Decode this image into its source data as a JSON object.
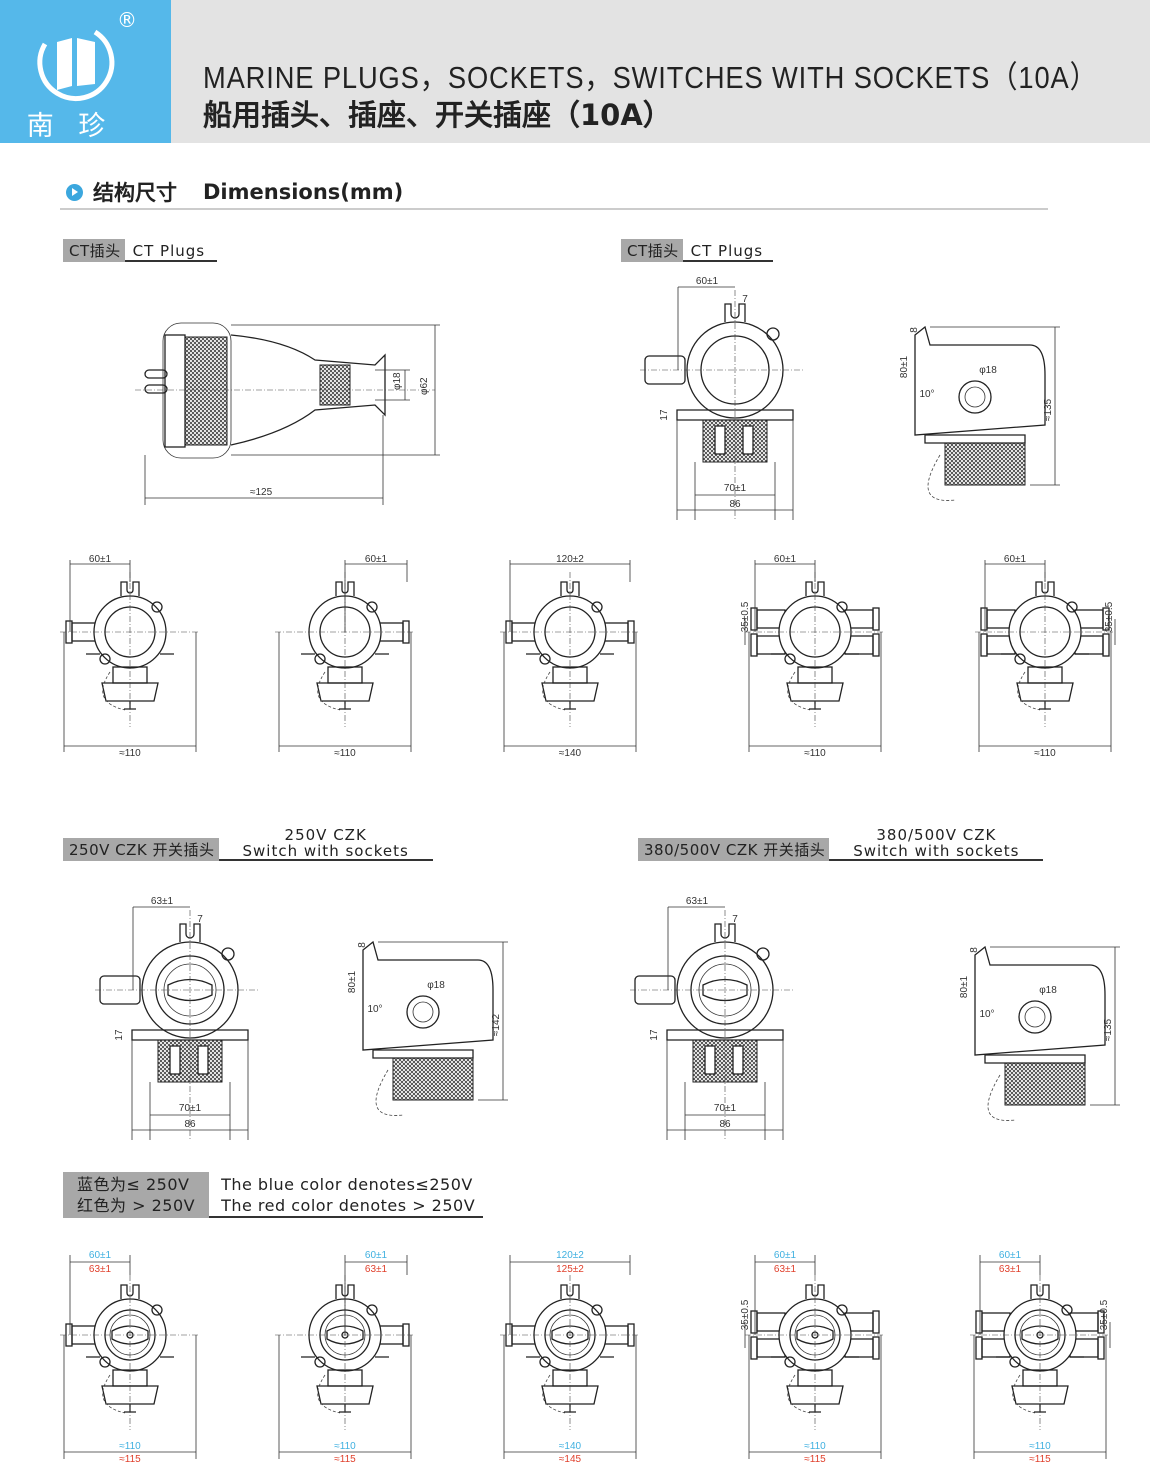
{
  "header": {
    "logo_text": "南 珍",
    "registered": "®",
    "title_en": "MARINE PLUGS，SOCKETS，SWITCHES WITH SOCKETS（10A）",
    "title_cn": "船用插头、插座、开关插座（10A）"
  },
  "section": {
    "title_cn": "结构尺寸",
    "title_en": "Dimensions(mm)"
  },
  "ct_left": {
    "cn": "CT插头",
    "en": "CT Plugs"
  },
  "ct_right": {
    "cn": "CT插头",
    "en": "CT Plugs"
  },
  "plug": {
    "d1": "φ18",
    "d2": "φ62",
    "len": "≈125"
  },
  "ct_front": {
    "w": "60±1",
    "slot": "7",
    "h": "17",
    "base": "70±1",
    "total": "86"
  },
  "ct_side": {
    "top": "8",
    "h": "80±1",
    "ang": "10°",
    "d": "φ18",
    "total": "≈135"
  },
  "row2": [
    {
      "top": "60±1",
      "bottom": "≈110"
    },
    {
      "top": "60±1",
      "bottom": "≈110"
    },
    {
      "top": "120±2",
      "bottom": "≈140"
    },
    {
      "top": "60±1",
      "side": "35±0.5",
      "bottom": "≈110"
    },
    {
      "top": "60±1",
      "side": "35±0.5",
      "bottom": "≈110"
    }
  ],
  "czk250": {
    "cn": "250V  CZK  开关插头",
    "en_top": "250V   CZK",
    "en_bottom": "Switch with sockets",
    "front": {
      "w": "63±1",
      "slot": "7",
      "h": "17",
      "base": "70±1",
      "total": "86"
    },
    "side": {
      "top": "8",
      "h": "80±1",
      "ang": "10°",
      "d": "φ18",
      "total": "≈142"
    }
  },
  "czk380": {
    "cn": "380/500V  CZK  开关插头",
    "en_top": "380/500V   CZK",
    "en_bottom": "Switch with sockets",
    "front": {
      "w": "63±1",
      "slot": "7",
      "h": "17",
      "base": "70±1",
      "total": "86"
    },
    "side": {
      "top": "8",
      "h": "80±1",
      "ang": "10°",
      "d": "φ18",
      "total": "≈135"
    }
  },
  "legend": {
    "cn_blue": "蓝色为≤ 250V",
    "cn_red": "红色为 > 250V",
    "en_blue": "The blue color denotes≤250V",
    "en_red": "The red color denotes > 250V"
  },
  "colors": {
    "blue": "#3fb0e0",
    "red": "#e0402c",
    "logo": "#55b8ea"
  },
  "row4": [
    {
      "top_blue": "60±1",
      "top_red": "63±1",
      "bottom_blue": "≈110",
      "bottom_red": "≈115"
    },
    {
      "top_blue": "60±1",
      "top_red": "63±1",
      "bottom_blue": "≈110",
      "bottom_red": "≈115"
    },
    {
      "top_blue": "120±2",
      "top_red": "125±2",
      "bottom_blue": "≈140",
      "bottom_red": "≈145"
    },
    {
      "top_blue": "60±1",
      "top_red": "63±1",
      "side": "35±0.5",
      "bottom_blue": "≈110",
      "bottom_red": "≈115"
    },
    {
      "top_blue": "60±1",
      "top_red": "63±1",
      "side": "35±0.5",
      "bottom_blue": "≈110",
      "bottom_red": "≈115"
    }
  ]
}
